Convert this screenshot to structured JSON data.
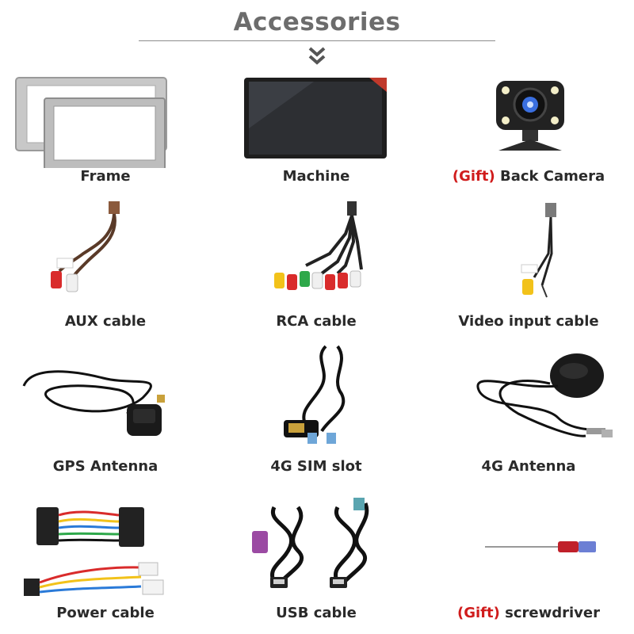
{
  "header": {
    "title": "Accessories"
  },
  "items": [
    {
      "label": "Frame",
      "icon": "frame-icon"
    },
    {
      "label": "Machine",
      "icon": "head-unit-icon"
    },
    {
      "gift_tag": "(Gift)",
      "label": "Back Camera",
      "icon": "back-camera-icon"
    },
    {
      "label": "AUX cable",
      "icon": "aux-cable-icon"
    },
    {
      "label": "RCA cable",
      "icon": "rca-cable-icon"
    },
    {
      "label": "Video input cable",
      "icon": "video-input-cable-icon"
    },
    {
      "label": "GPS Antenna",
      "icon": "gps-antenna-icon"
    },
    {
      "label": "4G SIM slot",
      "icon": "sim-slot-icon"
    },
    {
      "label": "4G Antenna",
      "icon": "4g-antenna-icon"
    },
    {
      "label": "Power cable",
      "icon": "power-cable-icon"
    },
    {
      "label": "USB cable",
      "icon": "usb-cable-icon"
    },
    {
      "gift_tag": "(Gift)",
      "label": "screwdriver",
      "icon": "screwdriver-icon"
    }
  ],
  "colors": {
    "title": "#6c6c6c",
    "gift": "#d01c1c",
    "label": "#2a2a2a"
  }
}
